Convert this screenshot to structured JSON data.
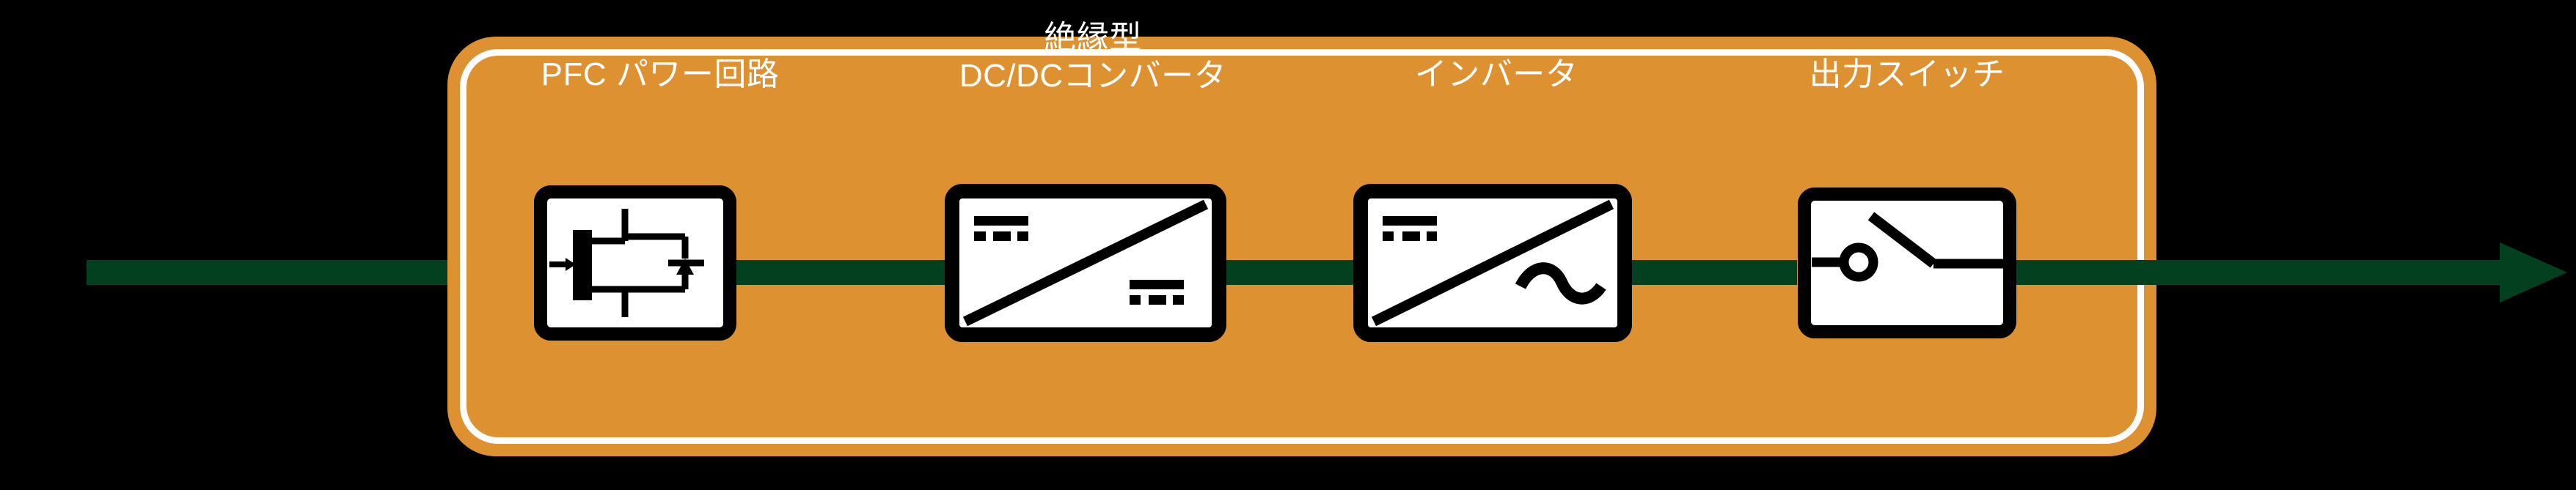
{
  "diagram": {
    "title": "UPS power conversion block diagram",
    "background_color": "#000000",
    "enclosure_color": "#DD9130",
    "enclosure_border_color": "#FFFFFF",
    "flow_color": "#03401F",
    "symbol_stroke_color": "#000000",
    "symbol_fill_color": "#FFFFFF",
    "label_color": "#FFFFFF"
  },
  "flow": {
    "input_arrow_name": "input-power-arrow",
    "output_arrow_name": "output-power-arrow",
    "direction": "left-to-right"
  },
  "stages": [
    {
      "id": "pfc",
      "label": "PFC パワー回路",
      "symbol": "pfc-rectifier-symbol",
      "symbol_description": "rectifier block with input arrow and DC bus capacitor"
    },
    {
      "id": "dcdc",
      "label": "絶縁型\nDC/DCコンバータ",
      "symbol": "dc-dc-converter-symbol",
      "symbol_description": "diagonal divider with DC symbol on both sides"
    },
    {
      "id": "inverter",
      "label": "インバータ",
      "symbol": "inverter-symbol",
      "symbol_description": "diagonal divider with DC symbol and AC sine wave"
    },
    {
      "id": "output-switch",
      "label": "出力スイッチ",
      "symbol": "output-switch-symbol",
      "symbol_description": "single pole switch with pivot terminal"
    }
  ]
}
